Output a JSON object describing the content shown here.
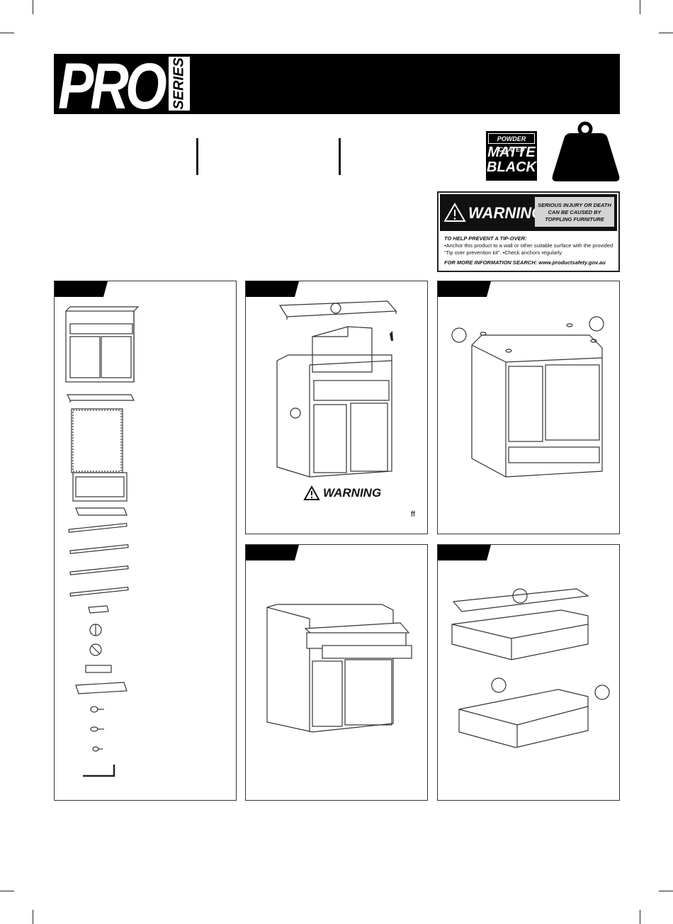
{
  "brand": {
    "logo_main": "PRO",
    "logo_sub": "SERIES"
  },
  "badge": {
    "powder_coated": "POWDER COATED",
    "finish_line1": "MATTE",
    "finish_line2": "BLACK"
  },
  "warning_label": {
    "title": "WARNING",
    "severity": "SERIOUS INJURY OR DEATH CAN BE CAUSED BY TOPPLING FURNITURE",
    "help_heading": "TO HELP PREVENT A TIP-OVER:",
    "instructions": "•Anchor this product to a wall or other suitable surface with the provided “Tip over prevention kit”. •Check anchors regularly",
    "more_info": "FOR MORE INFORMATION SEARCH: www.productsafety.gov.au"
  },
  "step2": {
    "warning_text": "WARNING",
    "footnote": "ff"
  },
  "icons": [
    "weight-icon",
    "warning-triangle-icon",
    "arrow-icon",
    "allen-key-icon"
  ]
}
